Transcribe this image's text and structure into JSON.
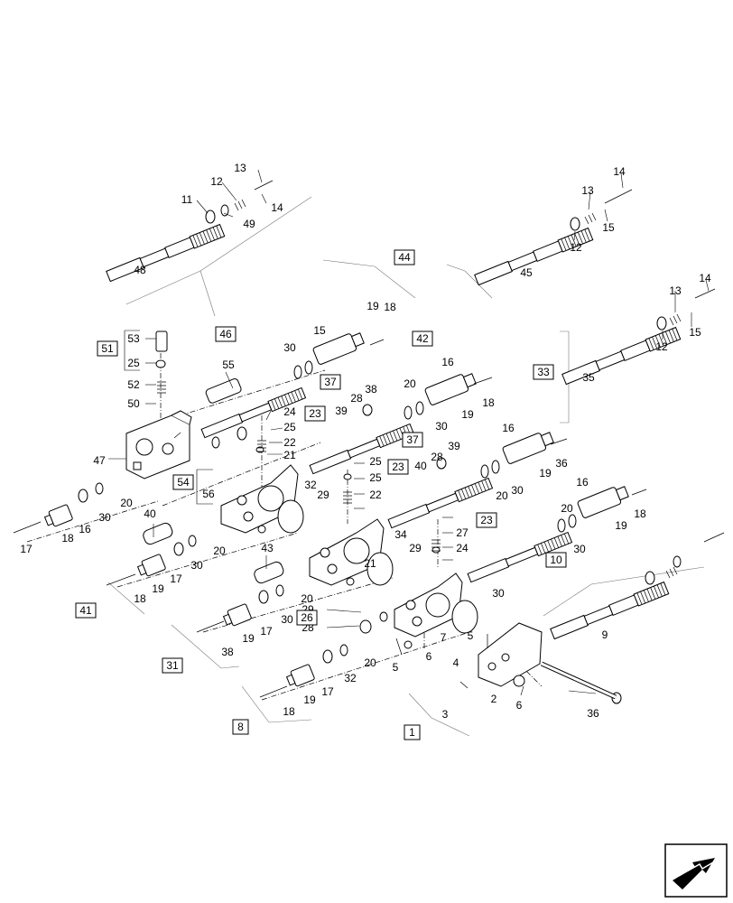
{
  "callouts": [
    "1",
    "2",
    "3",
    "4",
    "5",
    "5",
    "6",
    "6",
    "7",
    "9",
    "11",
    "12",
    "12",
    "12",
    "13",
    "13",
    "13",
    "14",
    "14",
    "14",
    "15",
    "15",
    "15",
    "16",
    "16",
    "16",
    "16",
    "17",
    "17",
    "17",
    "17",
    "18",
    "18",
    "18",
    "18",
    "18",
    "18",
    "19",
    "19",
    "19",
    "19",
    "19",
    "19",
    "19",
    "20",
    "20",
    "20",
    "20",
    "20",
    "20",
    "20",
    "21",
    "21",
    "22",
    "22",
    "24",
    "24",
    "25",
    "25",
    "25",
    "25",
    "27",
    "28",
    "28",
    "28",
    "29",
    "29",
    "29",
    "30",
    "30",
    "30",
    "30",
    "30",
    "30",
    "30",
    "30",
    "32",
    "32",
    "34",
    "35",
    "36",
    "36",
    "38",
    "38",
    "39",
    "39",
    "40",
    "40",
    "43",
    "45",
    "47",
    "48",
    "49",
    "50",
    "52",
    "53",
    "55",
    "56"
  ],
  "boxed_callouts": [
    "1",
    "8",
    "10",
    "23",
    "23",
    "23",
    "26",
    "31",
    "33",
    "37",
    "37",
    "41",
    "42",
    "44",
    "46",
    "51",
    "54"
  ],
  "nav_icon": "next-page-arrow-icon"
}
